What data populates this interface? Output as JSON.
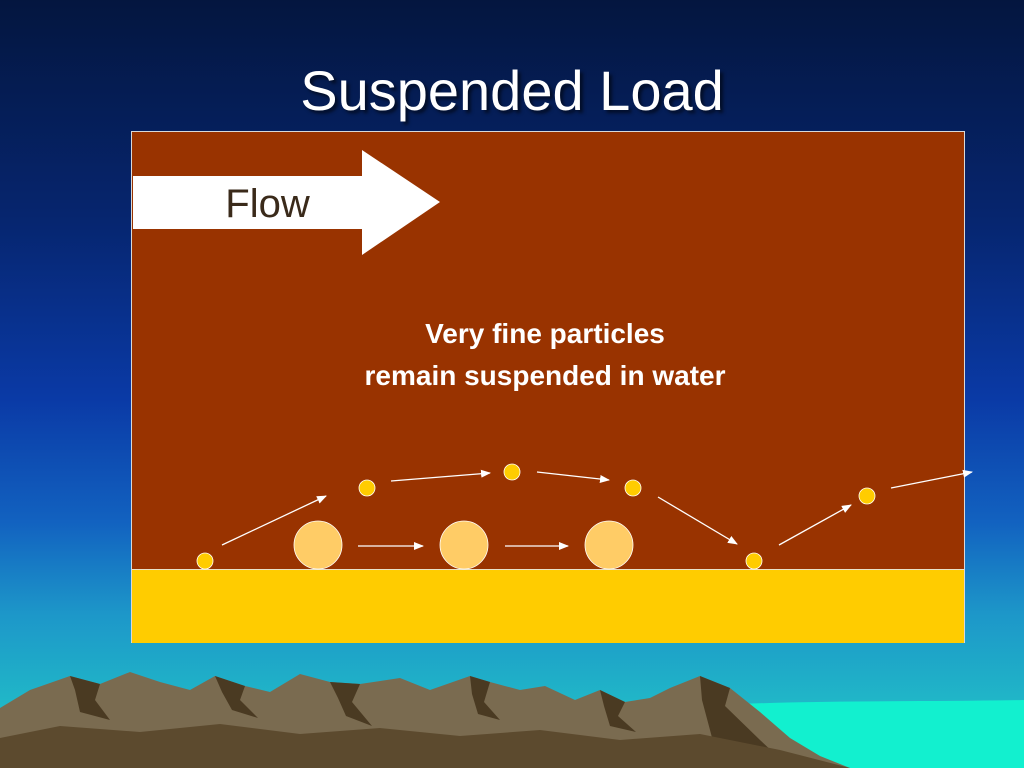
{
  "slide": {
    "title": "Suspended Load",
    "flow_label": "Flow",
    "caption_line1": "Very fine particles",
    "caption_line2": "remain suspended in water"
  },
  "colors": {
    "water": "#993300",
    "sediment_bed": "#ffcc00",
    "small_particle": "#ffcc00",
    "large_particle": "#ffcc66",
    "arrow": "#ffffff"
  },
  "icons": [
    "flow-arrow-icon",
    "trajectory-arrow-icon",
    "mountain-range"
  ]
}
